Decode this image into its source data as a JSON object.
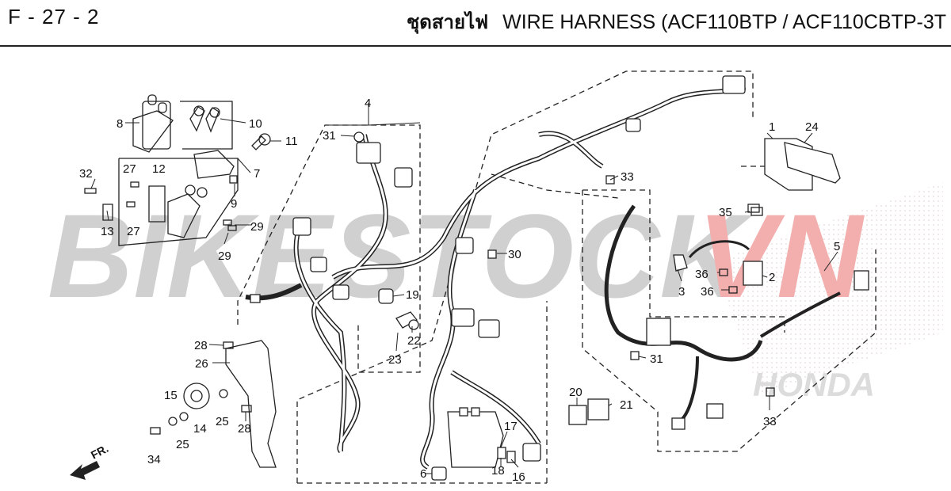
{
  "header": {
    "page_code": "F - 27 - 2",
    "title_thai": "ชุดสายไฟ",
    "title_en": "WIRE HARNESS (ACF110BTP / ACF110CBTP-3T"
  },
  "watermark": {
    "text_a": "BIKESTOCK",
    "text_b": "VN",
    "color_a": "#c8c8c8",
    "color_b": "#f2a0a0"
  },
  "brand_mark": "HONDA",
  "direction_label": "FR.",
  "callouts": {
    "c1": "1",
    "c2": "2",
    "c3": "3",
    "c4": "4",
    "c5": "5",
    "c6": "6",
    "c7": "7",
    "c8": "8",
    "c9": "9",
    "c10": "10",
    "c11": "11",
    "c12": "12",
    "c13": "13",
    "c14": "14",
    "c15": "15",
    "c16": "16",
    "c17": "17",
    "c18": "18",
    "c19": "19",
    "c20": "20",
    "c21": "21",
    "c22": "22",
    "c23": "23",
    "c24": "24",
    "c25a": "25",
    "c25b": "25",
    "c26": "26",
    "c27a": "27",
    "c27b": "27",
    "c28a": "28",
    "c28b": "28",
    "c29a": "29",
    "c29b": "29",
    "c30": "30",
    "c31a": "31",
    "c31b": "31",
    "c32": "32",
    "c33a": "33",
    "c33b": "33",
    "c34": "34",
    "c35": "35",
    "c36a": "36",
    "c36b": "36"
  }
}
